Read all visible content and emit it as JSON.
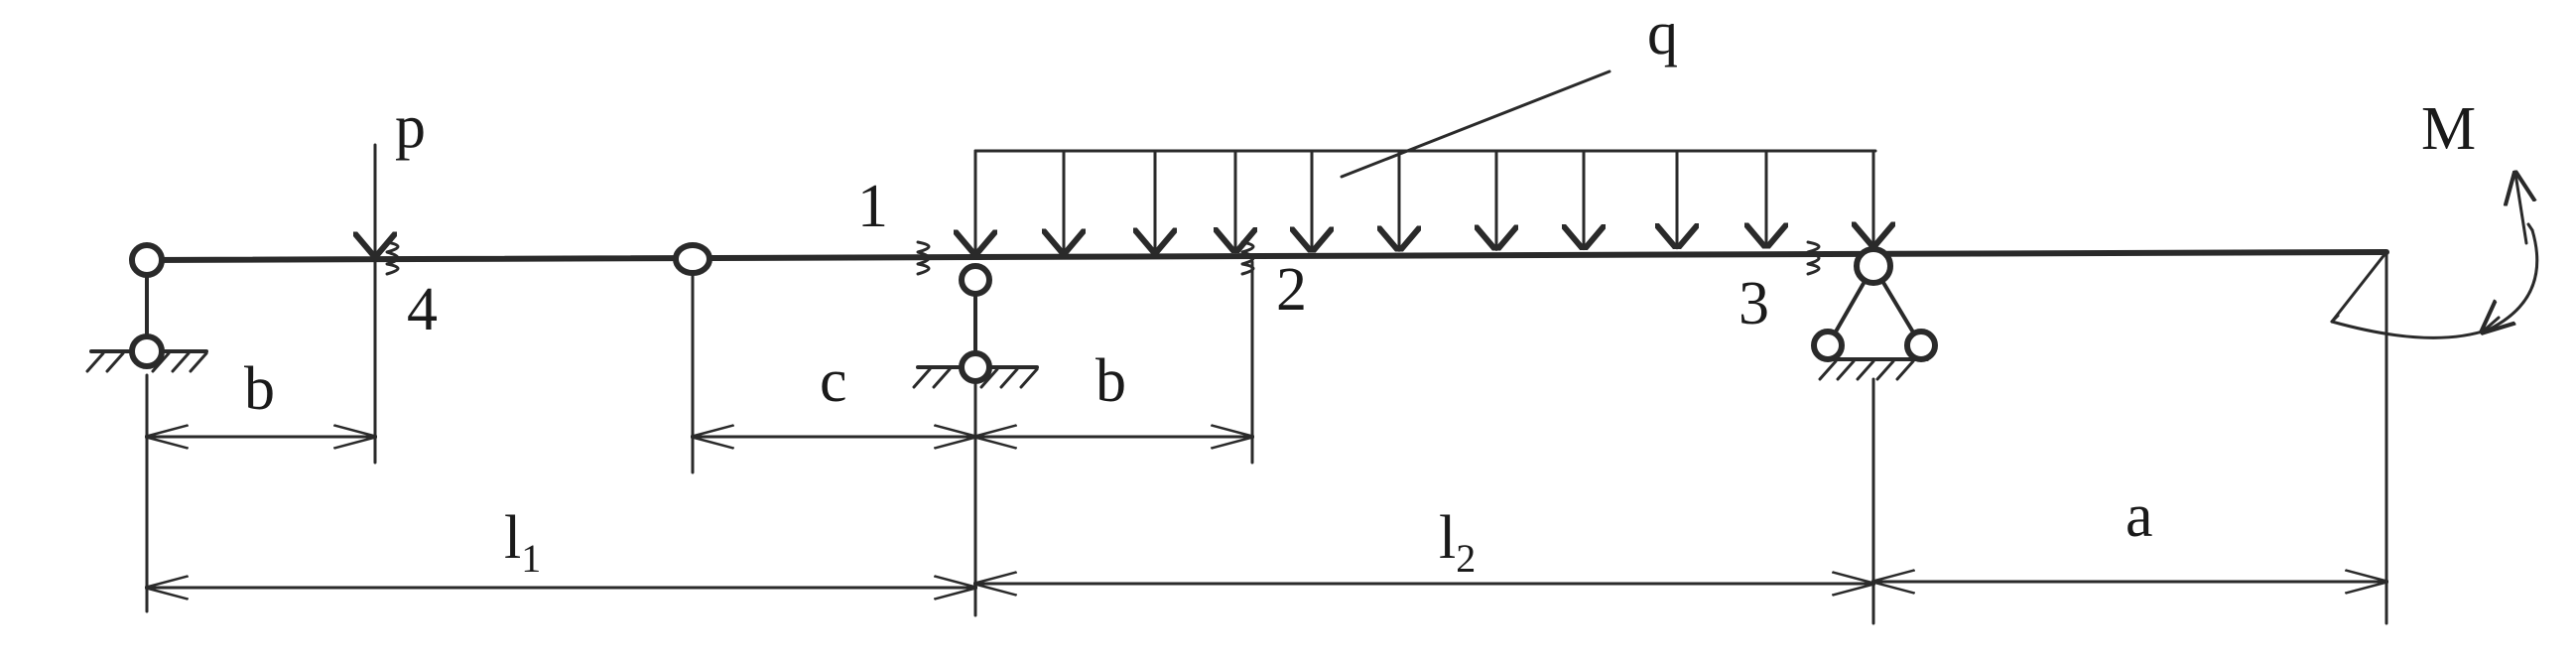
{
  "loads": {
    "point_load": "p",
    "distributed_load": "q",
    "moment": "M"
  },
  "sections": [
    "1",
    "2",
    "3",
    "4"
  ],
  "dimensions": {
    "b_left": "b",
    "c": "c",
    "b_right": "b",
    "a": "a",
    "l1": {
      "base": "l",
      "sub": "1"
    },
    "l2": {
      "base": "l",
      "sub": "2"
    }
  }
}
